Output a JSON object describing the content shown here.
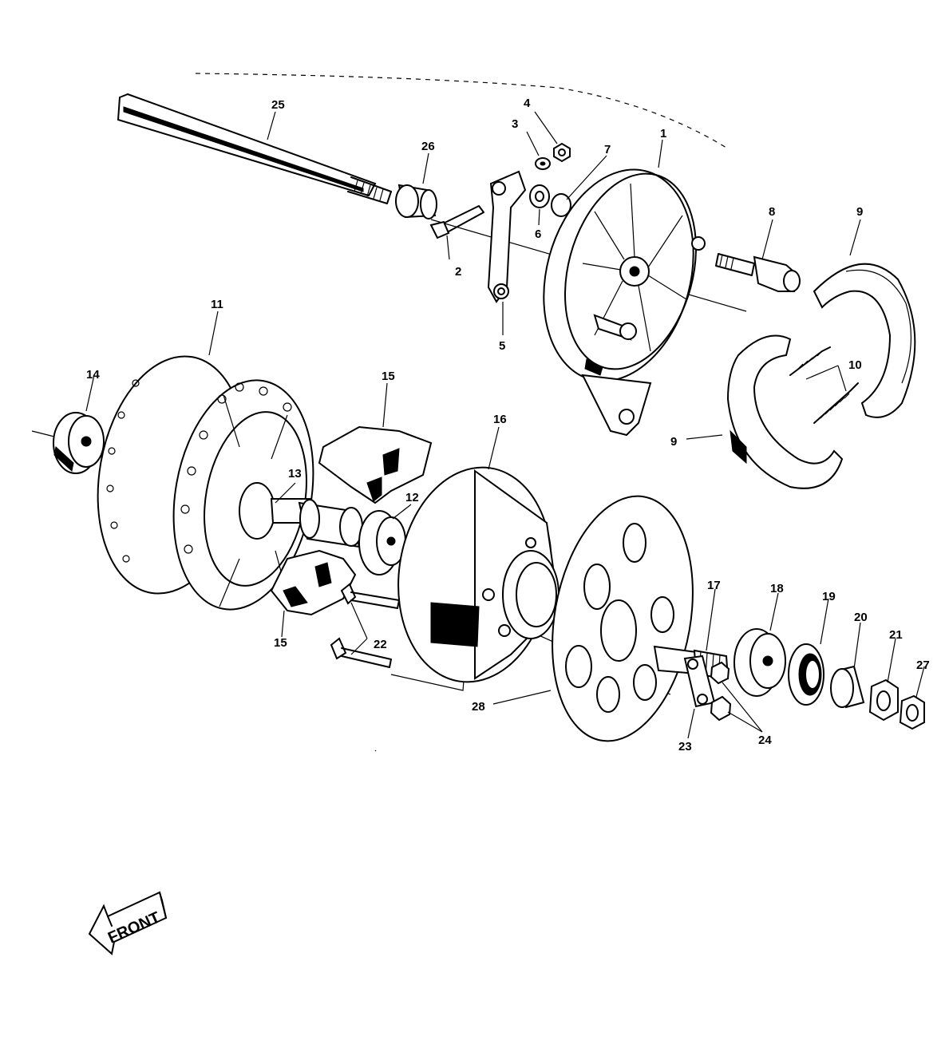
{
  "callouts": {
    "c1": "1",
    "c2": "2",
    "c3": "3",
    "c4": "4",
    "c5": "5",
    "c6": "6",
    "c7": "7",
    "c8": "8",
    "c9a": "9",
    "c9b": "9",
    "c10": "10",
    "c11": "11",
    "c12": "12",
    "c13": "13",
    "c14": "14",
    "c15a": "15",
    "c15b": "15",
    "c16": "16",
    "c17": "17",
    "c18": "18",
    "c19": "19",
    "c20": "20",
    "c21": "21",
    "c22": "22",
    "c23": "23",
    "c24": "24",
    "c25": "25",
    "c26": "26",
    "c27": "27",
    "c28": "28"
  },
  "front_arrow": {
    "label": "FRONT"
  },
  "icons": {
    "front_arrow": "left-arrow-icon"
  }
}
